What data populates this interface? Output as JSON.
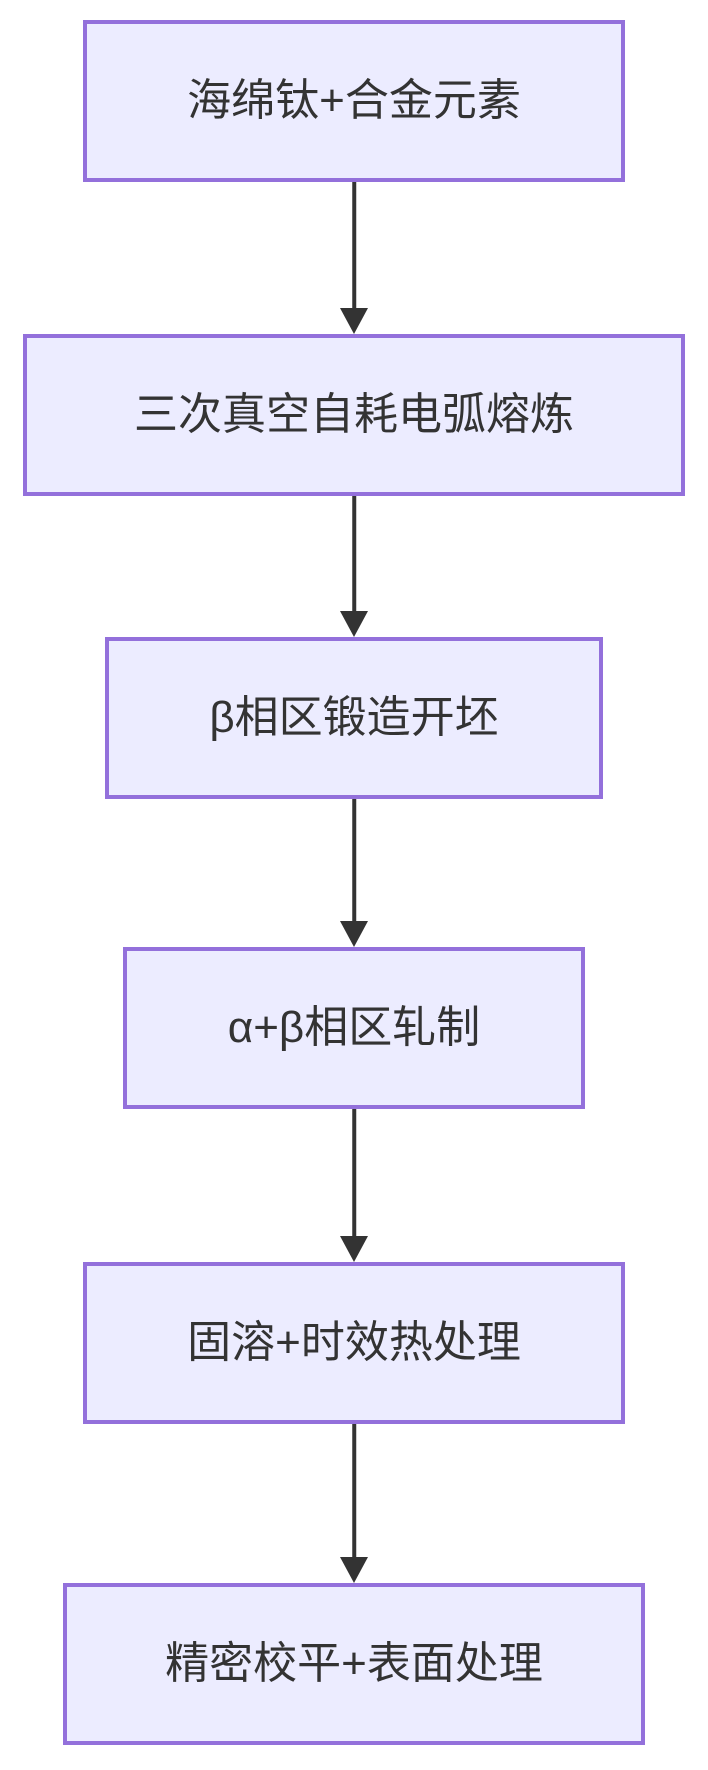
{
  "diagram": {
    "type": "flowchart",
    "direction": "top-down",
    "nodes": [
      {
        "label": "海绵钛+合金元素"
      },
      {
        "label": "三次真空自耗电弧熔炼"
      },
      {
        "label": "β相区锻造开坯"
      },
      {
        "label": "α+β相区轧制"
      },
      {
        "label": "固溶+时效热处理"
      },
      {
        "label": "精密校平+表面处理"
      }
    ],
    "edges": [
      {
        "from": 0,
        "to": 1
      },
      {
        "from": 1,
        "to": 2
      },
      {
        "from": 2,
        "to": 3
      },
      {
        "from": 3,
        "to": 4
      },
      {
        "from": 4,
        "to": 5
      }
    ],
    "colors": {
      "node_fill": "#ECECFF",
      "node_border": "#9370DB",
      "arrow": "#333333",
      "text": "#333333",
      "background": "#FFFFFF"
    }
  }
}
